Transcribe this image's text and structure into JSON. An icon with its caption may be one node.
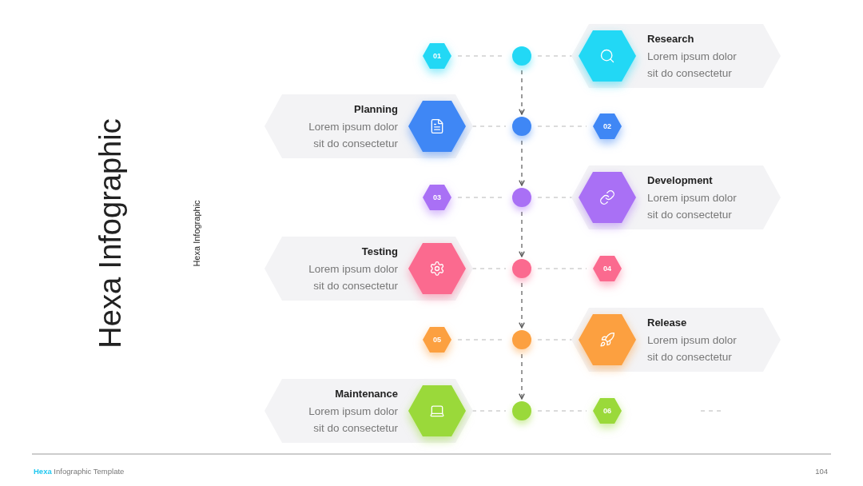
{
  "diagram": {
    "title": "Hexa Infographic",
    "nodes": [
      {
        "text": [
          "01"
        ]
      },
      {
        "text": [],
        "shape": "circle"
      },
      {
        "text": [
          "Research",
          "Lorem ipsum dolor sit do consectetur"
        ]
      },
      {
        "text": [],
        "shape": "hexagon",
        "in": 2
      },
      {
        "text": [
          "Planning",
          "Lorem ipsum dolor sit do consectetur"
        ]
      },
      {
        "text": [],
        "shape": "hexagon",
        "in": 4
      },
      {
        "text": [],
        "shape": "circle"
      },
      {
        "text": [
          "02"
        ]
      },
      {
        "text": [
          "03"
        ]
      },
      {
        "text": [],
        "shape": "circle"
      },
      {
        "text": [
          "Development",
          "Lorem ipsum dolor sit do consectetur"
        ]
      },
      {
        "text": [],
        "shape": "hexagon",
        "in": 10
      },
      {
        "text": [
          "Testing",
          "Lorem ipsum dolor sit do consectetur"
        ]
      },
      {
        "text": [],
        "shape": "hexagon",
        "in": 12
      },
      {
        "text": [],
        "shape": "circle"
      },
      {
        "text": [
          "04"
        ]
      },
      {
        "text": [
          "05"
        ]
      },
      {
        "text": [],
        "shape": "circle"
      },
      {
        "text": [
          "Release",
          "Lorem ipsum dolor sit do consectetur"
        ]
      },
      {
        "text": [],
        "shape": "hexagon",
        "in": 18
      },
      {
        "text": [
          "Maintenance",
          "Lorem ipsum dolor sit do consectetur"
        ]
      },
      {
        "text": [],
        "shape": "hexagon",
        "in": 20
      },
      {
        "text": [],
        "shape": "circle"
      },
      {
        "text": [
          "06"
        ]
      }
    ],
    "edges": [
      {
        "from": 0,
        "to": 1,
        "arrow": "none",
        "style": "dashed"
      },
      {
        "from": 1,
        "to": 3,
        "arrow": "none",
        "style": "dashed"
      },
      {
        "from": 1,
        "to": 6,
        "arrow": "to",
        "style": "dashed",
        "color": "#7a7a7a"
      },
      {
        "from": 5,
        "to": 6,
        "arrow": "none",
        "style": "dashed"
      },
      {
        "from": 6,
        "to": 7,
        "arrow": "none",
        "style": "dashed"
      },
      {
        "from": 6,
        "to": 9,
        "arrow": "to",
        "style": "dashed",
        "color": "#7a7a7a"
      },
      {
        "from": 8,
        "to": 9,
        "arrow": "none",
        "style": "dashed"
      },
      {
        "from": 9,
        "to": 11,
        "arrow": "none",
        "style": "dashed"
      },
      {
        "from": 9,
        "to": 14,
        "arrow": "to",
        "style": "dashed",
        "color": "#7a7a7a"
      },
      {
        "from": 13,
        "to": 14,
        "arrow": "none",
        "style": "dashed"
      },
      {
        "from": 14,
        "to": 15,
        "arrow": "none",
        "style": "dashed"
      },
      {
        "from": 14,
        "to": 17,
        "arrow": "to",
        "style": "dashed",
        "color": "#7a7a7a"
      },
      {
        "from": 16,
        "to": 17,
        "arrow": "none",
        "style": "dashed"
      },
      {
        "from": 17,
        "to": 19,
        "arrow": "none",
        "style": "dashed"
      },
      {
        "from": 17,
        "to": 22,
        "arrow": "to",
        "style": "dashed",
        "color": "#7a7a7a"
      },
      {
        "from": 21,
        "to": 22,
        "arrow": "none",
        "style": "dashed"
      },
      {
        "from": 22,
        "to": 23,
        "arrow": "none",
        "style": "dashed"
      }
    ],
    "labels": [
      "Hexa Infographic",
      "**Hexa** Infographic Template",
      "104"
    ]
  }
}
